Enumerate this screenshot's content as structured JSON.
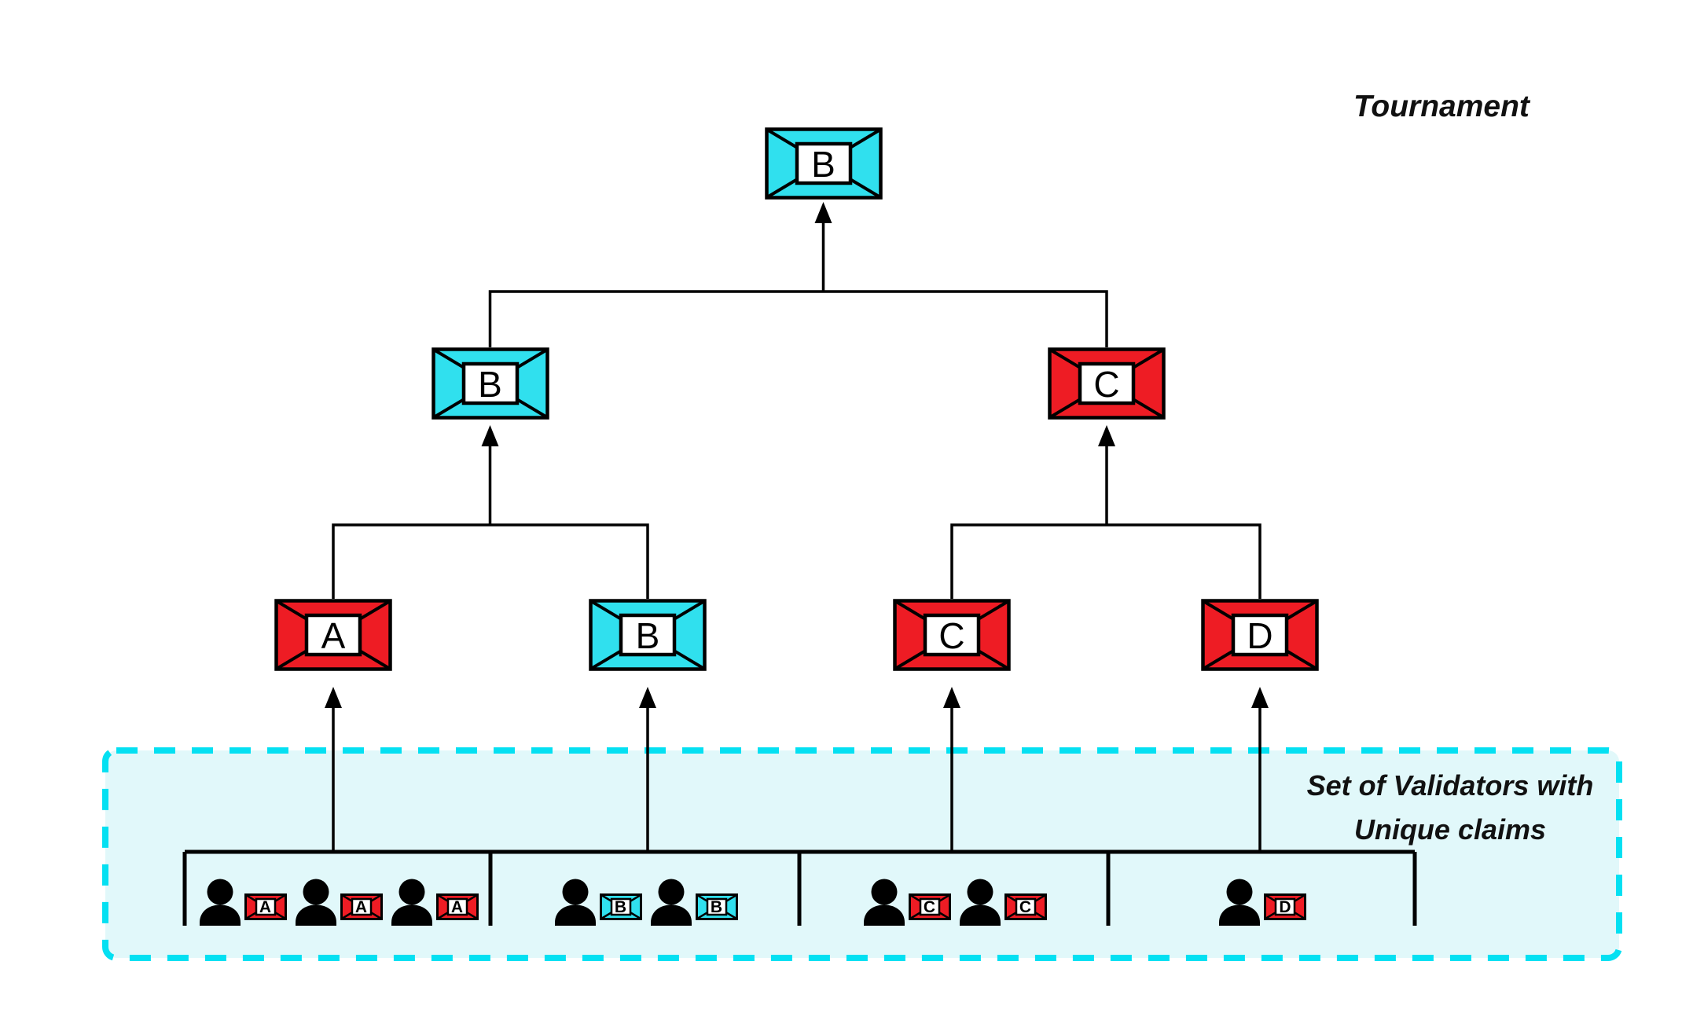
{
  "title": "Tournament",
  "validators_box": {
    "label_line1": "Set of Validators with",
    "label_line2": "Unique claims"
  },
  "colors": {
    "cyan": "#30E0EE",
    "red": "#EE1C24",
    "box_fill": "#E1F8FA",
    "box_border": "#04E0F2",
    "line": "#000000",
    "label_fill": "#FFFFFF",
    "text": "#111111"
  },
  "tree": {
    "root": {
      "claim": "B",
      "color": "cyan"
    },
    "semifinal": [
      {
        "claim": "B",
        "color": "cyan"
      },
      {
        "claim": "C",
        "color": "red"
      }
    ],
    "quarterfinal": [
      {
        "claim": "A",
        "color": "red"
      },
      {
        "claim": "B",
        "color": "cyan"
      },
      {
        "claim": "C",
        "color": "red"
      },
      {
        "claim": "D",
        "color": "red"
      }
    ]
  },
  "validator_groups": [
    {
      "claim": "A",
      "color": "red",
      "count": 3
    },
    {
      "claim": "B",
      "color": "cyan",
      "count": 2
    },
    {
      "claim": "C",
      "color": "red",
      "count": 2
    },
    {
      "claim": "D",
      "color": "red",
      "count": 1
    }
  ]
}
